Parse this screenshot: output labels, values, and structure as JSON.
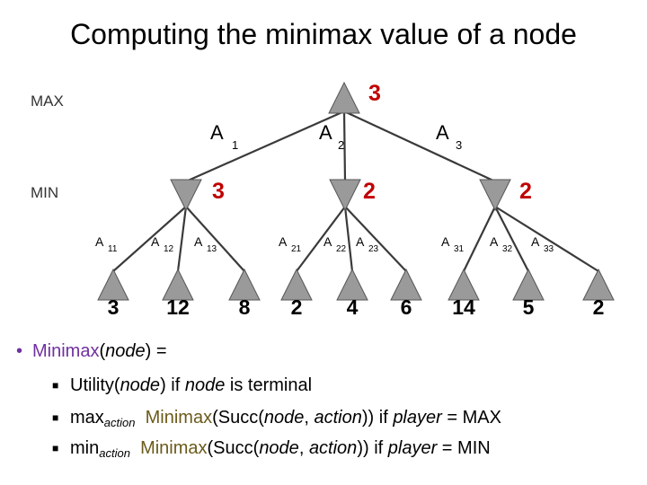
{
  "title": "Computing the minimax value of a node",
  "levels": {
    "max": "MAX",
    "min": "MIN"
  },
  "root": {
    "value": "3"
  },
  "root_actions": [
    {
      "letter": "A",
      "sub": "1"
    },
    {
      "letter": "A",
      "sub": "2"
    },
    {
      "letter": "A",
      "sub": "3"
    }
  ],
  "min_nodes": [
    {
      "value": "3",
      "actions": [
        {
          "letter": "A",
          "sub": "11"
        },
        {
          "letter": "A",
          "sub": "12"
        },
        {
          "letter": "A",
          "sub": "13"
        }
      ],
      "leaves": [
        "3",
        "12",
        "8"
      ]
    },
    {
      "value": "2",
      "actions": [
        {
          "letter": "A",
          "sub": "21"
        },
        {
          "letter": "A",
          "sub": "22"
        },
        {
          "letter": "A",
          "sub": "23"
        }
      ],
      "leaves": [
        "2",
        "4",
        "6"
      ]
    },
    {
      "value": "2",
      "actions": [
        {
          "letter": "A",
          "sub": "31"
        },
        {
          "letter": "A",
          "sub": "32"
        },
        {
          "letter": "A",
          "sub": "33"
        }
      ],
      "leaves": [
        "14",
        "5",
        "2"
      ]
    }
  ],
  "bullets": {
    "main": {
      "fn": "Minimax",
      "lp": "(",
      "arg": "node",
      "rp": ") ="
    },
    "utility": {
      "fn": "Utility",
      "lp": "(",
      "arg": "node",
      "mid": ") if ",
      "arg2": "node",
      "tail": " is terminal"
    },
    "max_rule": {
      "op": "max",
      "sub": "action",
      "fn": "Minimax",
      "p1": "(Succ(",
      "a1": "node",
      "comma": ", ",
      "a2": "action",
      "p2": ")) if ",
      "player": "player",
      "eq": " = MAX"
    },
    "min_rule": {
      "op": "min",
      "sub": "action",
      "fn": "Minimax",
      "p1": "(Succ(",
      "a1": "node",
      "comma": ", ",
      "a2": "action",
      "p2": ")) if ",
      "player": "player",
      "eq": " = MIN"
    }
  },
  "colors": {
    "node_fill": "#9a9a9a",
    "value_red": "#c00000",
    "bullet_purple": "#7030a0"
  }
}
